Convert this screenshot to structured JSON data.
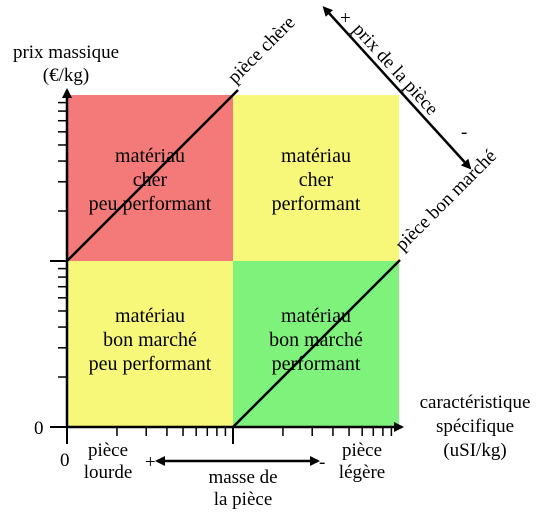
{
  "axes": {
    "y_label_line1": "prix massique",
    "y_label_line2": "(€/kg)",
    "y_origin": "0",
    "x_origin": "0",
    "x_label_line1": "caractéristique",
    "x_label_line2": "spécifique",
    "x_label_line3": "(uSI/kg)"
  },
  "quadrants": {
    "top_left": {
      "line1": "matériau",
      "line2": "cher",
      "line3": "peu performant",
      "color": "#f47a7a"
    },
    "top_right": {
      "line1": "matériau",
      "line2": "cher",
      "line3": "performant",
      "color": "#f7f77a"
    },
    "bottom_left": {
      "line1": "matériau",
      "line2": "bon marché",
      "line3": "peu performant",
      "color": "#f7f77a"
    },
    "bottom_right": {
      "line1": "matériau",
      "line2": "bon marché",
      "line3": "performant",
      "color": "#7ef27a"
    }
  },
  "diagonals": {
    "upper": "pièce chère",
    "lower": "pièce bon marché"
  },
  "price_arrow": {
    "plus": "+",
    "label": "prix de la pièce",
    "minus": "-"
  },
  "mass_arrow": {
    "left_line1": "pièce",
    "left_line2": "lourde",
    "plus": "+",
    "center_line1": "masse de",
    "center_line2": "la pièce",
    "minus": "-",
    "right_line1": "pièce",
    "right_line2": "légère"
  }
}
